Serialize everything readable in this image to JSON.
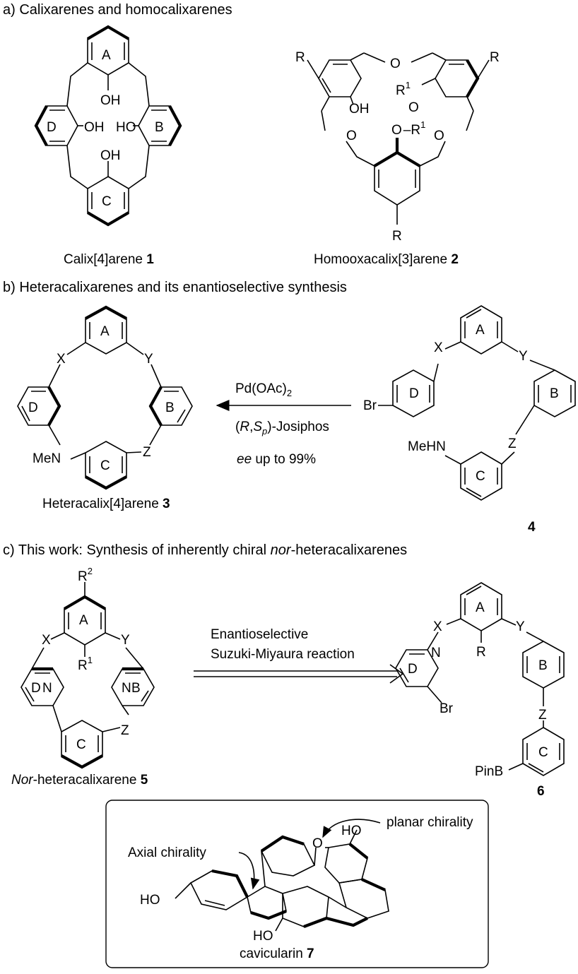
{
  "sections": {
    "a": "a) Calixarenes and homocalixarenes",
    "b": "b) Heteracalixarenes and its enantioselective synthesis",
    "c_prefix": "c) This work: Synthesis of inherently chiral ",
    "c_italic": "nor",
    "c_suffix": "-heteracalixarenes"
  },
  "compounds": {
    "c1_name": "Calix[4]arene ",
    "c1_num": "1",
    "c2_name": "Homooxacalix[3]arene ",
    "c2_num": "2",
    "c3_name": "Heteracalix[4]arene ",
    "c3_num": "3",
    "c4_num": "4",
    "c5_italic": "Nor",
    "c5_name": "-heteracalixarene ",
    "c5_num": "5",
    "c6_num": "6",
    "c7_name": "cavicularin ",
    "c7_num": "7"
  },
  "ring_labels": {
    "A": "A",
    "B": "B",
    "C": "C",
    "D": "D"
  },
  "atoms": {
    "OH": "OH",
    "HO": "HO",
    "O": "O",
    "R": "R",
    "R1": "R",
    "R2": "R",
    "sup1": "1",
    "sup2": "2",
    "X": "X",
    "Y": "Y",
    "Z": "Z",
    "N": "N",
    "MeN": "MeN",
    "MeHN": "MeHN",
    "Br": "Br",
    "PinB": "PinB"
  },
  "reaction_b": {
    "catalyst": "Pd(OAc)",
    "catalyst_sub": "2",
    "ligand_pre": "(",
    "ligand_R": "R",
    "ligand_S": "S",
    "ligand_p": "p",
    "ligand_post": ")-Josiphos",
    "ee_italic": "ee",
    "ee_text": " up to 99%"
  },
  "reaction_c": {
    "line1": "Enantioselective",
    "line2": "Suzuki-Miyaura reaction"
  },
  "box": {
    "planar": "planar chirality",
    "axial": "Axial chirality"
  }
}
